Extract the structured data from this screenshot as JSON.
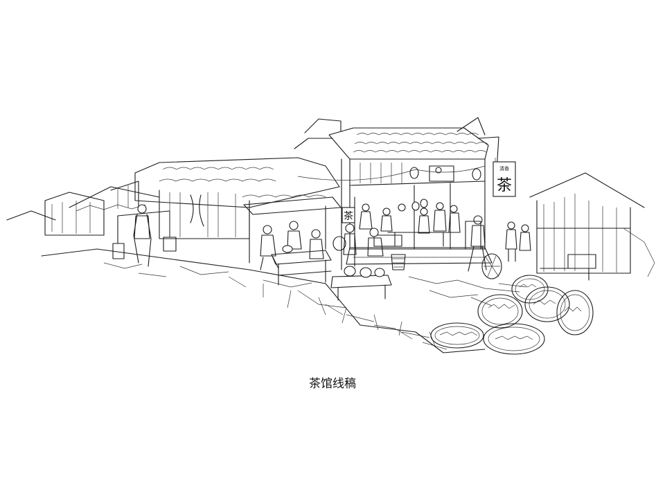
{
  "slide": {
    "caption": "茶馆线稿",
    "image_subject": "teahouse-line-drawing"
  },
  "signs": {
    "hanging_sign_small": "清香",
    "hanging_sign_large": "茶",
    "pillar_sign": "茶"
  },
  "colors": {
    "background": "#ffffff",
    "ink": "#1a1a1a"
  }
}
